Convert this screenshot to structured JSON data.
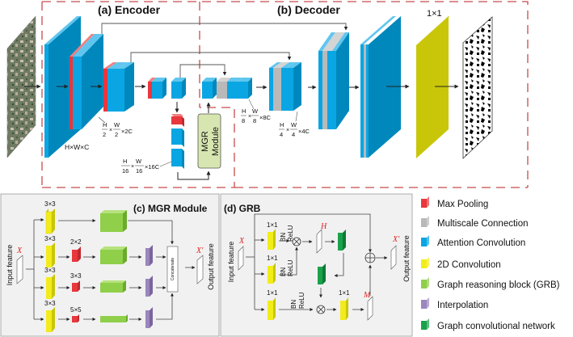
{
  "panels": {
    "encoder": {
      "title": "(a) Encoder"
    },
    "decoder": {
      "title": "(b) Decoder"
    },
    "mgr": {
      "title": "(c) MGR Module"
    },
    "grb": {
      "title": "(d) GRB"
    }
  },
  "main": {
    "dims": {
      "d1": "H×W×C",
      "d2_num_h": "H",
      "d2_den_h": "2",
      "d2_num_w": "W",
      "d2_den_w": "2",
      "d2_c": "×2C",
      "d8_num_h": "H",
      "d8_den_h": "8",
      "d8_num_w": "W",
      "d8_den_w": "8",
      "d8_c": "×8C",
      "d4_num_h": "H",
      "d4_den_h": "4",
      "d4_num_w": "W",
      "d4_den_w": "4",
      "d4_c": "×4C",
      "d16_num_h": "H",
      "d16_den_h": "16",
      "d16_num_w": "W",
      "d16_den_w": "16",
      "d16_c": "×16C",
      "times": "×"
    },
    "mgr_box": {
      "line1": "MGR",
      "line2": "Module"
    },
    "final_conv": "1×1"
  },
  "mgr": {
    "input_label": "Input feature",
    "output_label": "Output feature",
    "input_symbol": "X",
    "output_symbol": "X'",
    "concat_label": "Concatenate",
    "branches": [
      {
        "conv": "3×3",
        "pool": ""
      },
      {
        "conv": "3×3",
        "pool": "2×2"
      },
      {
        "conv": "3×3",
        "pool": "3×3"
      },
      {
        "conv": "3×3",
        "pool": "5×5"
      }
    ]
  },
  "grb": {
    "input_label": "Input feature",
    "output_label": "Output feature",
    "input_symbol": "X",
    "output_symbol": "X'",
    "h_symbol": "H",
    "m_symbol": "M",
    "conv": "1×1",
    "bn": "BN",
    "relu": "ReLU"
  },
  "legend": [
    {
      "label": "Max Pooling",
      "color": "#e8373d"
    },
    {
      "label": "Multiscale Connection",
      "color": "#b9b9b9"
    },
    {
      "label": "Attention Convolution",
      "color": "#0aa6e4"
    },
    {
      "label": "2D Convolution",
      "color": "#f2ec1a"
    },
    {
      "label": "Graph reasoning block (GRB)",
      "color": "#8fcf4a"
    },
    {
      "label": "Interpolation",
      "color": "#9b86bd"
    },
    {
      "label": "Graph convolutional network",
      "color": "#1aa24a"
    }
  ]
}
